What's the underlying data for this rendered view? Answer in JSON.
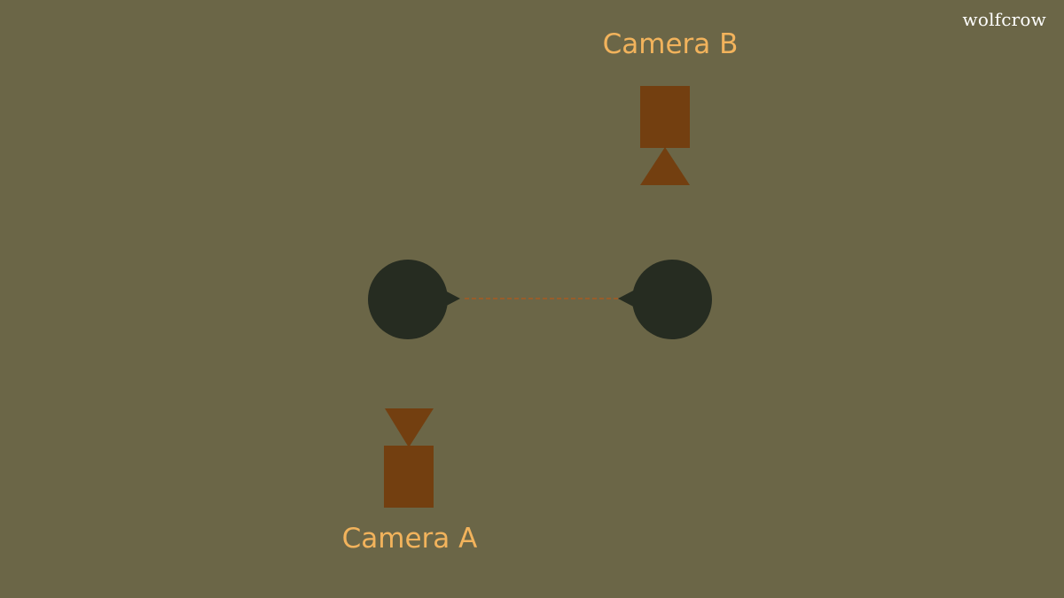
{
  "brand": {
    "name": "wolfcrow"
  },
  "cameras": {
    "a": {
      "label": "Camera A"
    },
    "b": {
      "label": "Camera B"
    }
  },
  "colors": {
    "background": "#6b6647",
    "camera": "#733f10",
    "subject": "#262c21",
    "label": "#f2b35c",
    "eyeline": "#a85a22",
    "brand": "#ffffff"
  }
}
